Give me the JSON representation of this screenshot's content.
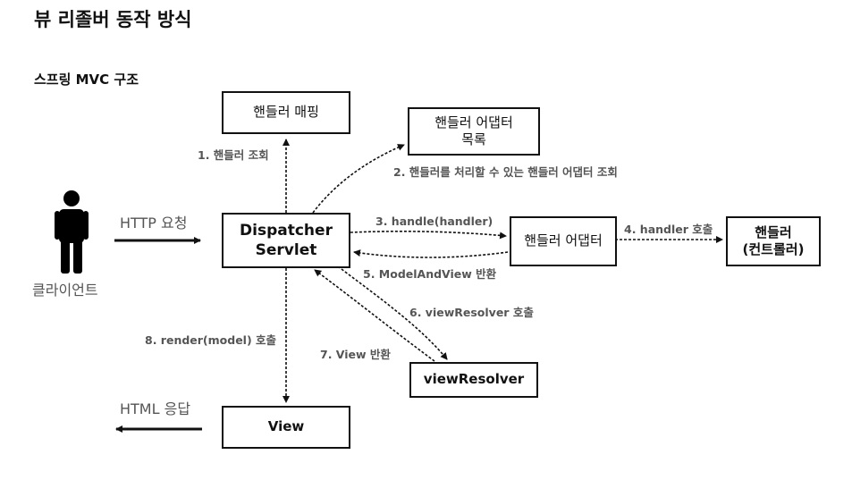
{
  "title": "뷰 리졸버 동작 방식",
  "subtitle": "스프링 MVC 구조",
  "client": {
    "label": "클라이언트",
    "request": "HTTP 요청",
    "response": "HTML 응답"
  },
  "boxes": {
    "dispatcher_line1": "Dispatcher",
    "dispatcher_line2": "Servlet",
    "handler_mapping": "핸들러 매핑",
    "adapter_list_line1": "핸들러 어댑터",
    "adapter_list_line2": "목록",
    "handler_adapter": "핸들러 어댑터",
    "handler_line1": "핸들러",
    "handler_line2": "(컨트롤러)",
    "view_resolver": "viewResolver",
    "view": "View"
  },
  "steps": {
    "s1": "1. 핸들러 조회",
    "s2": "2. 핸들러를 처리할 수 있는 핸들러 어댑터 조회",
    "s3": "3. handle(handler)",
    "s4": "4. handler 호출",
    "s5": "5. ModelAndView 반환",
    "s6": "6. viewResolver 호출",
    "s7": "7. View 반환",
    "s8": "8. render(model) 호출"
  }
}
